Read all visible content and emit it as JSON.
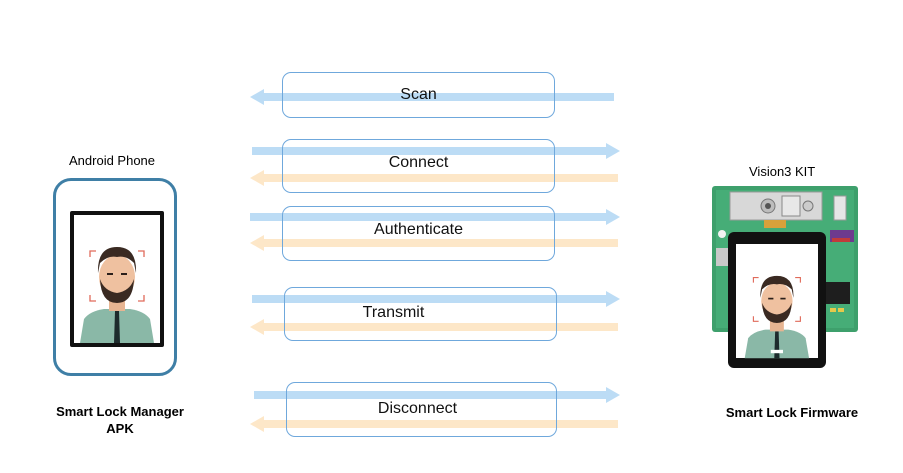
{
  "phone": {
    "title": "Android Phone",
    "caption_line1": "Smart Lock Manager",
    "caption_line2": "APK"
  },
  "kit": {
    "title": "Vision3 KIT",
    "caption": "Smart Lock Firmware"
  },
  "steps": [
    {
      "label": "Scan"
    },
    {
      "label": "Connect"
    },
    {
      "label": "Authenticate"
    },
    {
      "label": "Transmit"
    },
    {
      "label": "Disconnect"
    }
  ],
  "colors": {
    "request_arrow": "#bcdcf5",
    "response_arrow": "#fde7c8",
    "box_border": "#6fa8dc",
    "phone_border": "#3f7fa6"
  }
}
